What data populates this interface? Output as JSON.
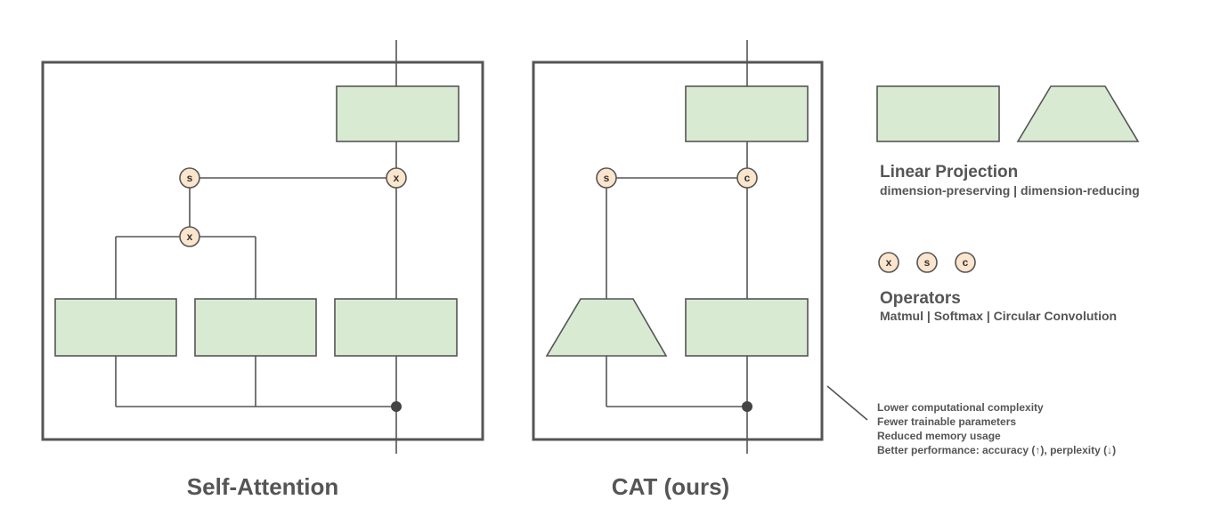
{
  "diagrams": {
    "self_attention": {
      "caption": "Self-Attention",
      "operators": {
        "score_softmax": "s",
        "qk_matmul": "x",
        "out_matmul": "x"
      }
    },
    "cat": {
      "caption": "CAT (ours)",
      "operators": {
        "softmax": "s",
        "circular_conv": "c"
      }
    }
  },
  "legend": {
    "linear_projection": {
      "title": "Linear Projection",
      "subtitle": "dimension-preserving | dimension-reducing"
    },
    "operators": {
      "title": "Operators",
      "subtitle": "Matmul | Softmax | Circular Convolution",
      "symbols": [
        "x",
        "s",
        "c"
      ]
    }
  },
  "benefits": [
    "Lower computational complexity",
    "Fewer trainable parameters",
    "Reduced memory usage",
    "Better performance: accuracy (↑), perplexity (↓)"
  ],
  "colors": {
    "projection_fill": "#d9ead3",
    "operator_fill": "#fce5cd",
    "stroke": "#555555",
    "text": "#555555"
  }
}
